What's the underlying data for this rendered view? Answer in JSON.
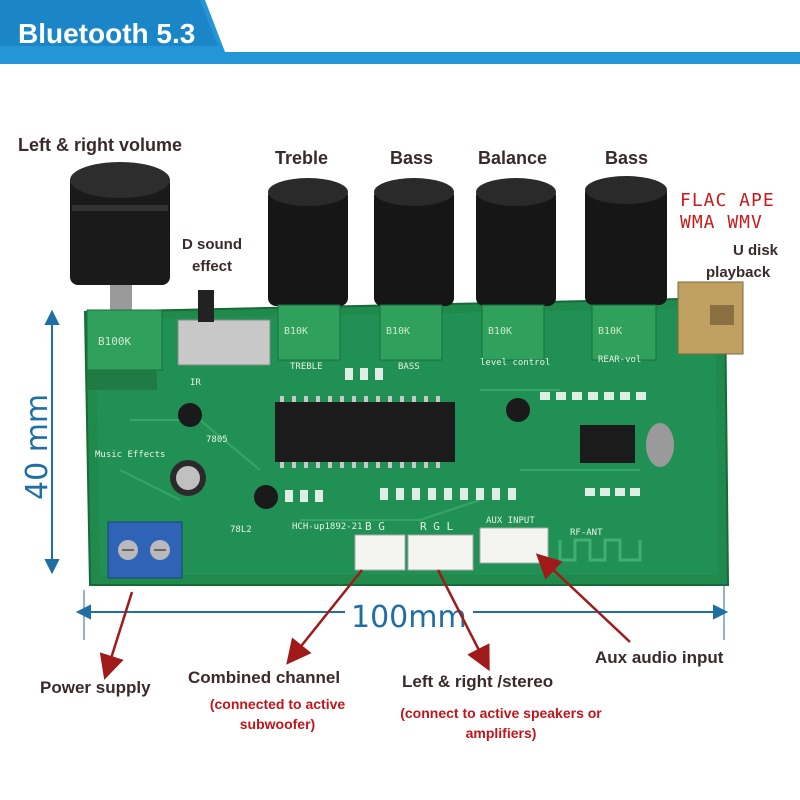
{
  "header": {
    "title": "Bluetooth 5.3"
  },
  "knob_labels": {
    "volume": "Left & right volume",
    "treble": "Treble",
    "bass1": "Bass",
    "balance": "Balance",
    "bass2": "Bass"
  },
  "side_labels": {
    "d_sound_line1": "D sound",
    "d_sound_line2": "effect",
    "formats_line1": "FLAC APE",
    "formats_line2": "WMA  WMV",
    "usb_line1": "U disk",
    "usb_line2": "playback"
  },
  "dimensions": {
    "height": "40 mm",
    "width": "100mm"
  },
  "bottom_labels": {
    "power": "Power supply",
    "combined": "Combined channel",
    "combined_note_line1": "(connected to active",
    "combined_note_line2": "subwoofer)",
    "stereo": "Left & right /stereo",
    "stereo_note_line1": "(connect to active speakers or",
    "stereo_note_line2": "amplifiers)",
    "aux": "Aux audio input"
  },
  "pcb_silkscreen": {
    "pot_volume": "B100K",
    "pot_treble": "B10K",
    "pot_bass1": "B10K",
    "pot_balance": "B10K",
    "pot_bass2": "B10K",
    "treble": "TREBLE",
    "bass": "BASS",
    "level": "level control",
    "rear": "REAR-vol",
    "music": "Music Effects",
    "board_id": "HCH-up1892-21",
    "bg": "B G",
    "rgl": "R G L",
    "aux_input": "AUX INPUT",
    "rf_ant": "RF-ANT",
    "ir": "IR",
    "reg": "7805",
    "reg2": "78L2"
  },
  "colors": {
    "header_blue": "#2496d8",
    "pcb_green": "#1f8a4c",
    "dimension_blue": "#1f6fa5",
    "arrow_red": "#a01a1a",
    "format_red": "#c81b1b"
  }
}
